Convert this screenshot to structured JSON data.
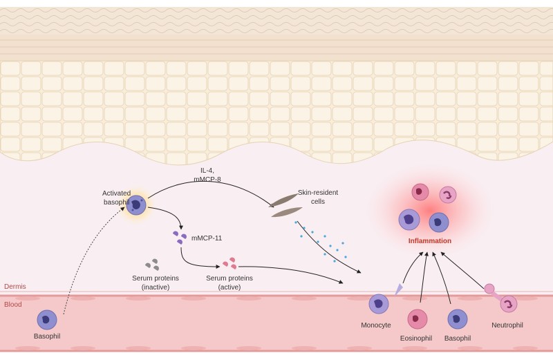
{
  "layers": {
    "dermis": "Dermis",
    "blood": "Blood"
  },
  "labels": {
    "activated_basophil_1": "Activated",
    "activated_basophil_2": "basophil",
    "il4_1": "IL-4,",
    "il4_2": "mMCP-8",
    "skin_resident_1": "Skin-resident",
    "skin_resident_2": "cells",
    "mmcp11": "mMCP-11",
    "serum_inactive_1": "Serum proteins",
    "serum_inactive_2": "(inactive)",
    "serum_active_1": "Serum proteins",
    "serum_active_2": "(active)",
    "inflammation": "Inflammation",
    "basophil_blood": "Basophil",
    "monocyte": "Monocyte",
    "eosinophil": "Eosinophil",
    "basophil_right": "Basophil",
    "neutrophil": "Neutrophil"
  },
  "colors": {
    "epidermis": "#f8eddb",
    "dermis": "#f9eef2",
    "blood_vessel": "#f5c9c9",
    "vessel_wall": "#e39a9a",
    "inflammation_glow": "#ff6b6b",
    "basophil": "#8f8fcf",
    "eosinophil": "#e58aa8",
    "neutrophil": "#e7a4c4",
    "monocyte": "#a89ad6"
  }
}
